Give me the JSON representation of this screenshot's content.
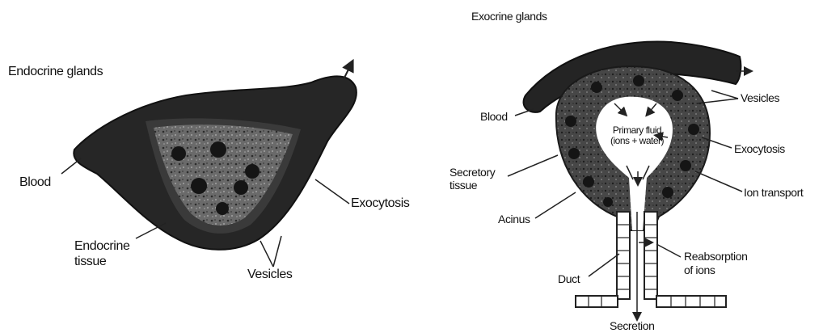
{
  "colors": {
    "tissue_dark": "#1f1f1f",
    "tissue_mid": "#3a3a3a",
    "cell_fill": "#6d6d6d",
    "nucleus": "#151515",
    "duct_line": "#222222",
    "background": "#ffffff"
  },
  "endocrine": {
    "title": "Endocrine glands",
    "blood": "Blood",
    "tissue_line1": "Endocrine",
    "tissue_line2": "tissue",
    "exocytosis": "Exocytosis",
    "vesicles": "Vesicles"
  },
  "exocrine": {
    "title": "Exocrine glands",
    "blood": "Blood",
    "vesicles": "Vesicles",
    "primary_fluid_line1": "Primary fluid",
    "primary_fluid_line2": "(ions + water)",
    "exocytosis": "Exocytosis",
    "secretory_line1": "Secretory",
    "secretory_line2": "tissue",
    "ion_transport": "Ion transport",
    "acinus": "Acinus",
    "reabsorption_line1": "Reabsorption",
    "reabsorption_line2": "of ions",
    "duct": "Duct",
    "secretion": "Secretion"
  }
}
